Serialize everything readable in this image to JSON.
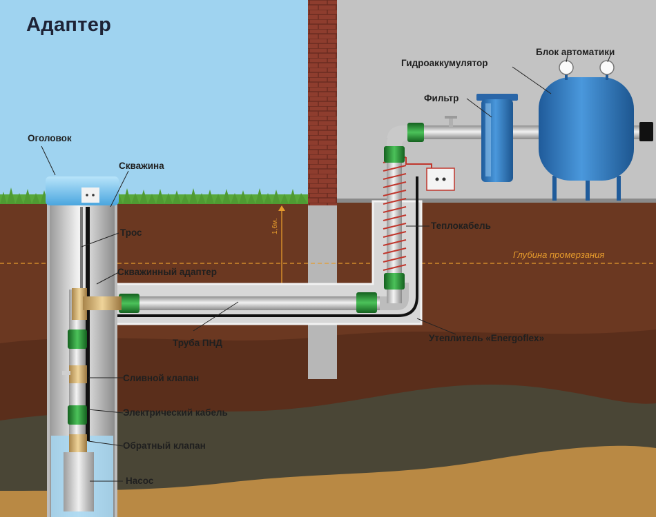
{
  "title": "Адаптер",
  "labels": {
    "ogolovok": "Оголовок",
    "skvazhina": "Скважина",
    "tros": "Трос",
    "adapter": "Скважинный адаптер",
    "truba": "Труба ПНД",
    "slivnoy": "Сливной клапан",
    "kabel": "Электрический кабель",
    "obratny": "Обратный клапан",
    "nasos": "Насос",
    "teplokabel": "Теплокабель",
    "uteplitel": "Утеплитель «Energoflex»",
    "filtr": "Фильтр",
    "gidro": "Гидроаккумулятор",
    "blok": "Блок автоматики",
    "depth": "Глубина промерзания",
    "depth_value": "1,6м."
  },
  "colors": {
    "sky": "#9fd3f0",
    "basement_wall": "#c6c6c6",
    "brick": "#8a3a2c",
    "soil_top": "#6e3a22",
    "soil_mid": "#5a2e1b",
    "soil_dark": "#4a4636",
    "soil_sand": "#b98944",
    "grass": "#58a83a",
    "accent_orange": "#e69b2c",
    "fitting_green": "#2f9a3c",
    "tank_blue": "#2f78c2",
    "heat_cable_red": "#c0362c"
  }
}
